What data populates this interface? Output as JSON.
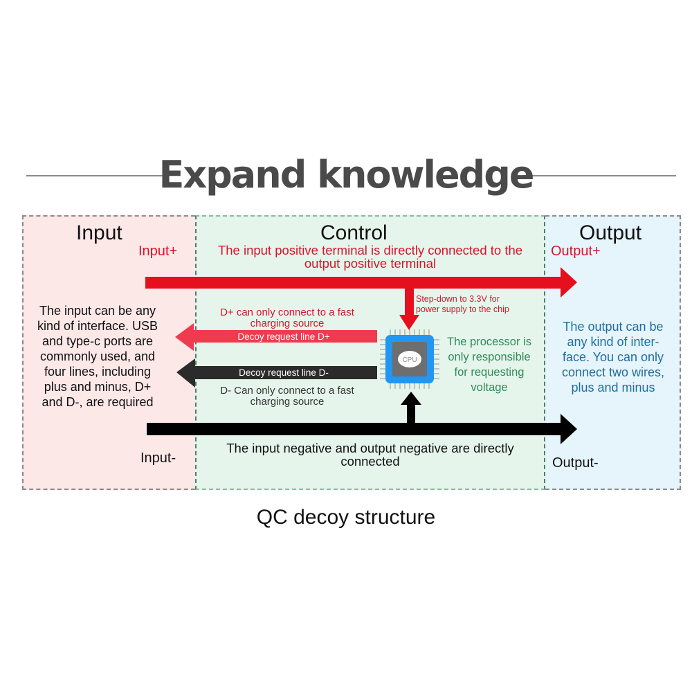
{
  "title": "Expand knowledge",
  "caption": "QC decoy structure",
  "colors": {
    "positive": "#e60f1e",
    "negative": "#000000",
    "decoy_plus": "#ef3b4e",
    "decoy_minus": "#2b2b2b",
    "cpu_body": "#2196f3",
    "cpu_core": "#6e6e6e",
    "input_bg": "#fde8e8",
    "control_bg": "#e5f5ec",
    "output_bg": "#e6f4fc",
    "green_text": "#2e8b57",
    "blue_text": "#1f6ea0"
  },
  "panels": {
    "input": {
      "heading": "Input",
      "plus_label": "Input+",
      "minus_label": "Input-",
      "description": [
        "The input can be any",
        "kind of interface. USB",
        "and type-c ports are",
        "commonly used, and",
        "four lines, including",
        "plus and minus, D+",
        "and D-, are required"
      ]
    },
    "control": {
      "heading": "Control",
      "positive_note": [
        "The input positive terminal is directly connected to the",
        "output positive terminal"
      ],
      "stepdown_note": [
        "Step-down to 3.3V for",
        "power supply to the chip"
      ],
      "dplus_note": [
        "D+ can only connect to a fast",
        "charging source"
      ],
      "dplus_arrow_label": "Decoy request line D+",
      "dminus_arrow_label": "Decoy request line D-",
      "dminus_note": [
        "D- Can only connect to a fast",
        "charging source"
      ],
      "processor_note": [
        "The processor is",
        "only responsible",
        "for requesting",
        "voltage"
      ],
      "cpu_label": "CPU",
      "negative_note": [
        "The input negative and output negative are directly",
        "connected"
      ]
    },
    "output": {
      "heading": "Output",
      "plus_label": "Output+",
      "minus_label": "Output-",
      "description": [
        "The output can be",
        "any kind of inter-",
        "face. You can only",
        "connect two wires,",
        "plus and minus"
      ]
    }
  }
}
